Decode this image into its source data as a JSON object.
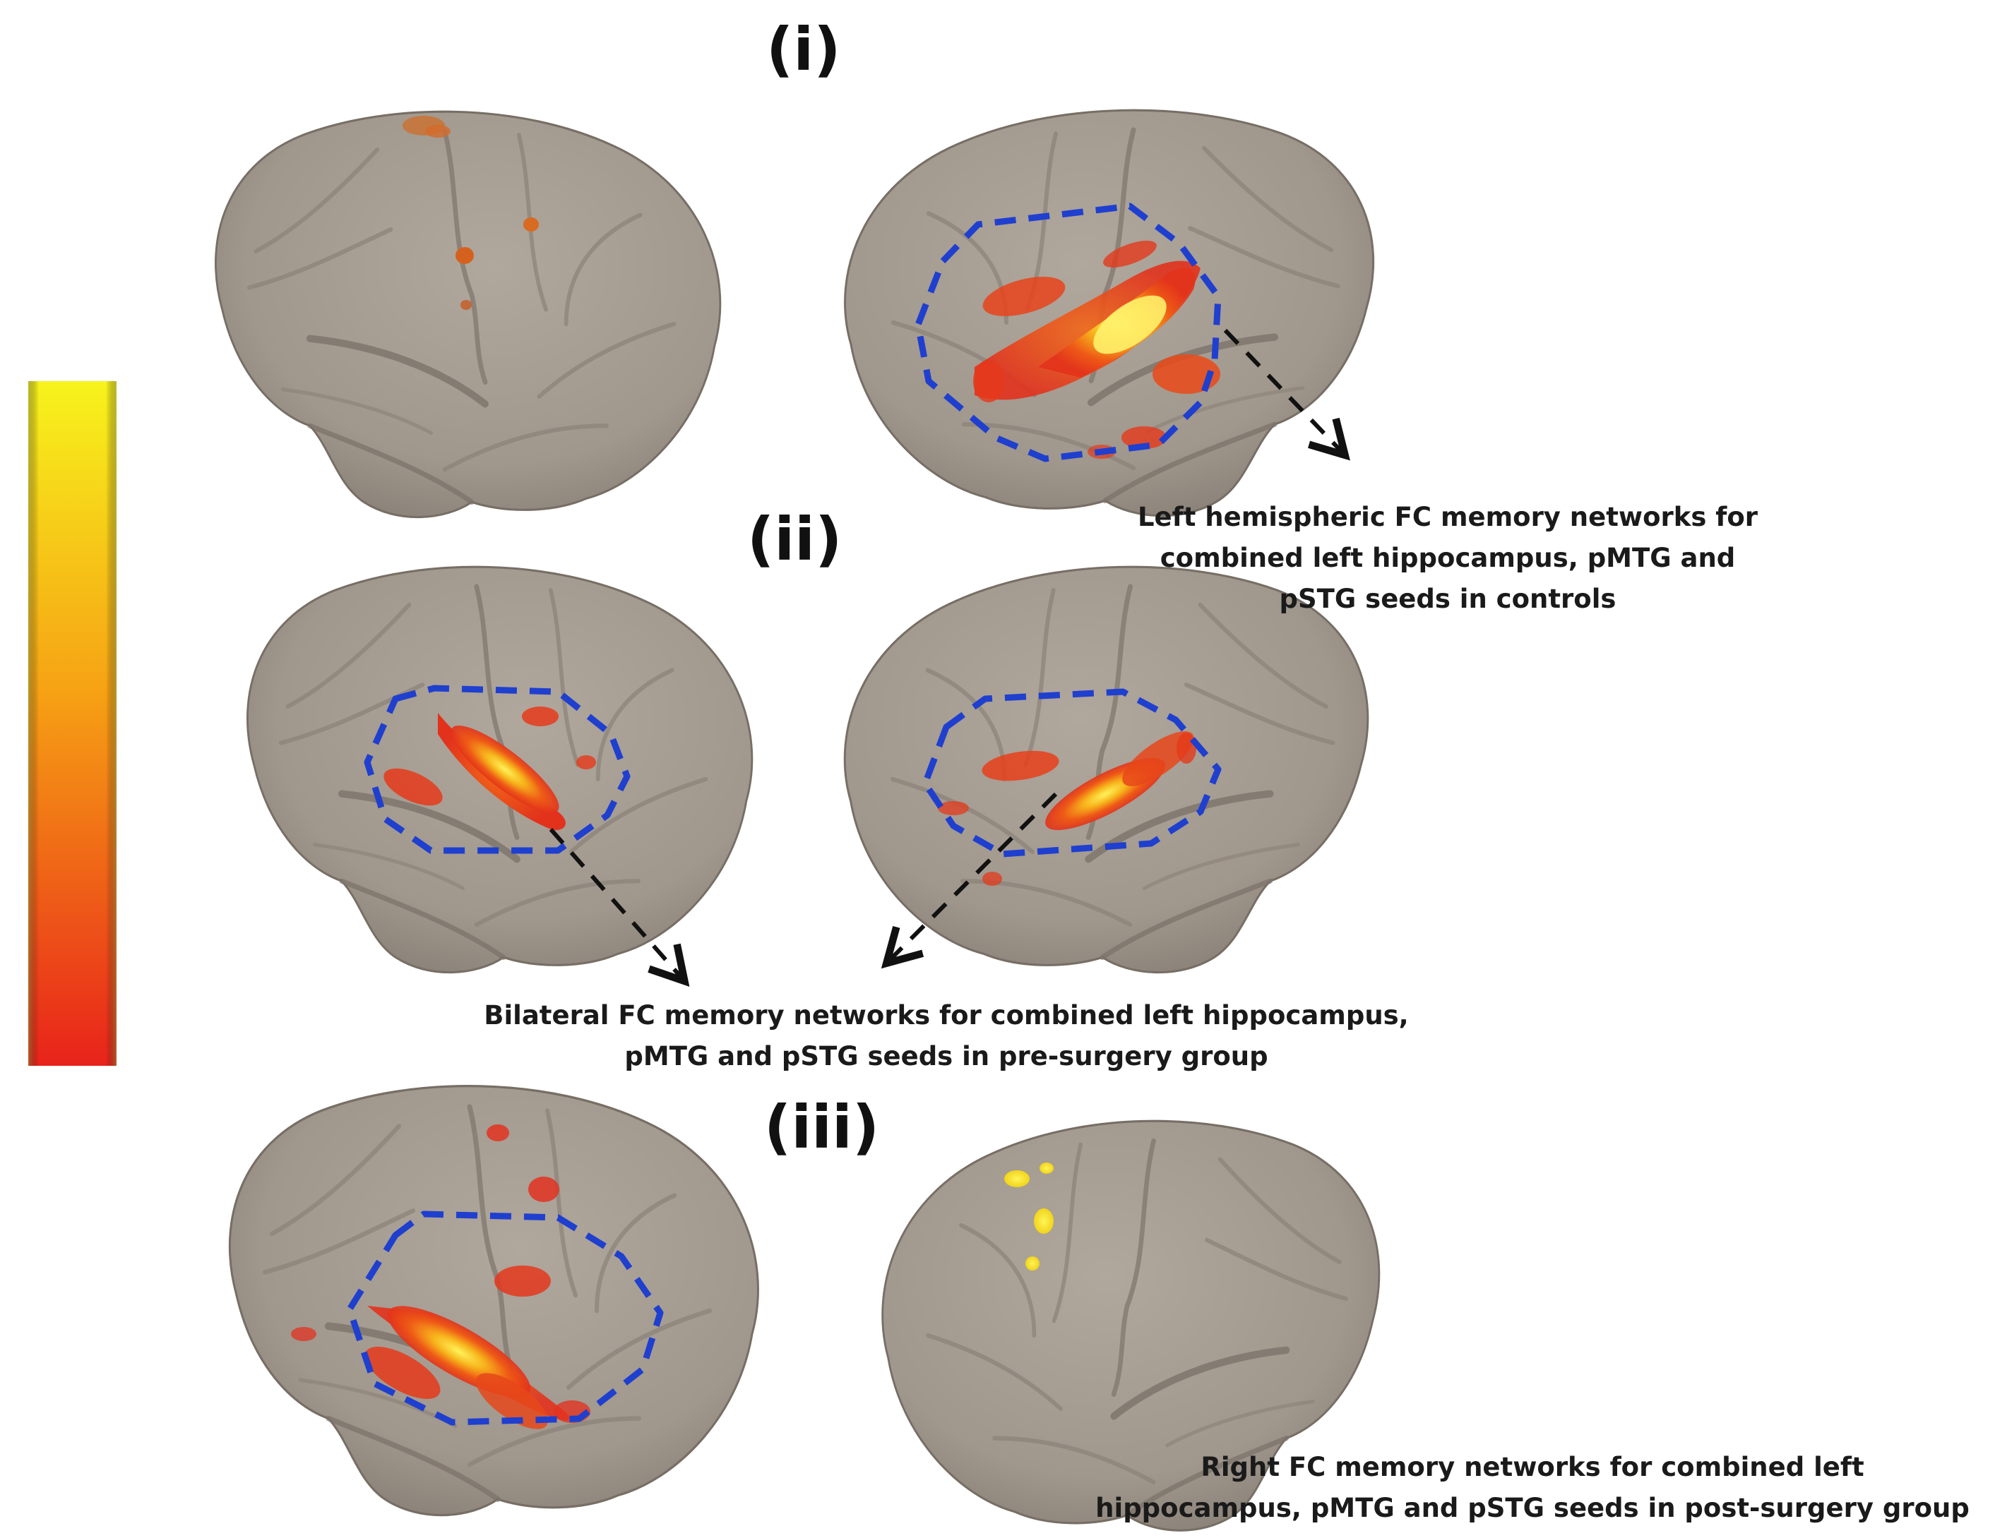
{
  "panels": {
    "i": {
      "label": "(i)"
    },
    "ii": {
      "label": "(ii)"
    },
    "iii": {
      "label": "(iii)"
    }
  },
  "captions": {
    "controls": {
      "lines": [
        "Left hemispheric FC memory networks for",
        "combined left hippocampus, pMTG and",
        "pSTG seeds in controls"
      ]
    },
    "pre_surgery": {
      "lines": [
        "Bilateral FC memory networks for combined left hippocampus,",
        "pMTG and pSTG seeds in pre-surgery group"
      ]
    },
    "post_surgery": {
      "lines": [
        "Right FC memory networks for combined left",
        "hippocampus, pMTG and pSTG seeds in post-surgery group"
      ]
    }
  },
  "colors": {
    "brain_surface": "#a39a90",
    "brain_shadow": "#7d746b",
    "sulcus": "#857c72",
    "roi_outline": "#1f3fcf",
    "arrow": "#111111",
    "colorbar_top": "#f5f01e",
    "colorbar_mid": "#f59a12",
    "colorbar_bottom": "#ea2a12"
  }
}
